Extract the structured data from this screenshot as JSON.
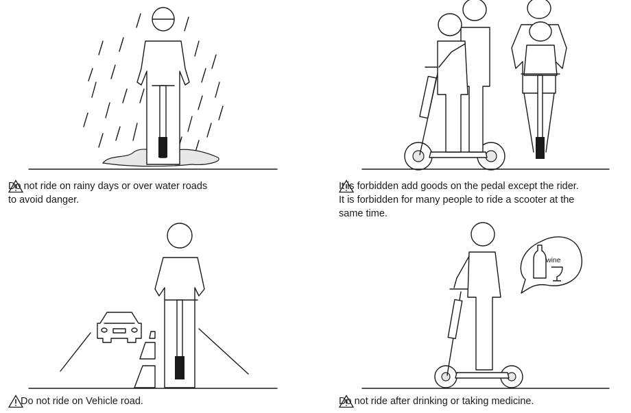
{
  "panels": [
    {
      "id": "rain",
      "lines": [
        "Do not ride on rainy days or over water roads",
        "to avoid danger."
      ]
    },
    {
      "id": "passengers",
      "lines": [
        "It is forbidden add goods on the pedal except the rider.",
        "It is forbidden for many people to ride a scooter at the",
        "same time."
      ]
    },
    {
      "id": "vehicle-road",
      "lines": [
        "Do not ride on Vehicle road."
      ]
    },
    {
      "id": "drinking",
      "lines": [
        "Do not ride after drinking or taking medicine."
      ],
      "bubble_label": "wine"
    }
  ],
  "icons": {
    "warning": "warning-triangle-icon"
  }
}
